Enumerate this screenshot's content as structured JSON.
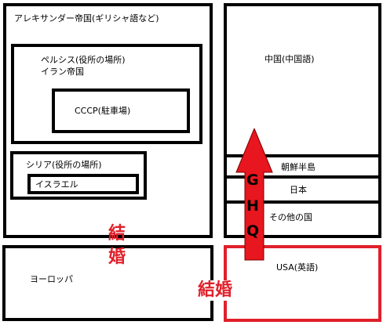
{
  "regions": {
    "alexander": "アレキサンダー帝国(ギリシャ語など)",
    "persia_line1": "ペルシス(役所の場所)",
    "persia_line2": "イラン帝国",
    "cccp": "CCCP(駐車場)",
    "syria": "シリア(役所の場所)",
    "israel": "イスラエル",
    "europe": "ヨーロッパ",
    "china": "中国(中国語)",
    "korea": "朝鮮半島",
    "japan": "日本",
    "others": "その他の国",
    "usa": "USA(英語)"
  },
  "marriage_left": [
    "結",
    "婚"
  ],
  "marriage_right": "結婚",
  "ghq_letters": [
    "G",
    "H",
    "Q"
  ],
  "colors": {
    "marriage_text": "#e0202a",
    "usa_border": "#e0202a",
    "arrow": "#e8161e"
  }
}
